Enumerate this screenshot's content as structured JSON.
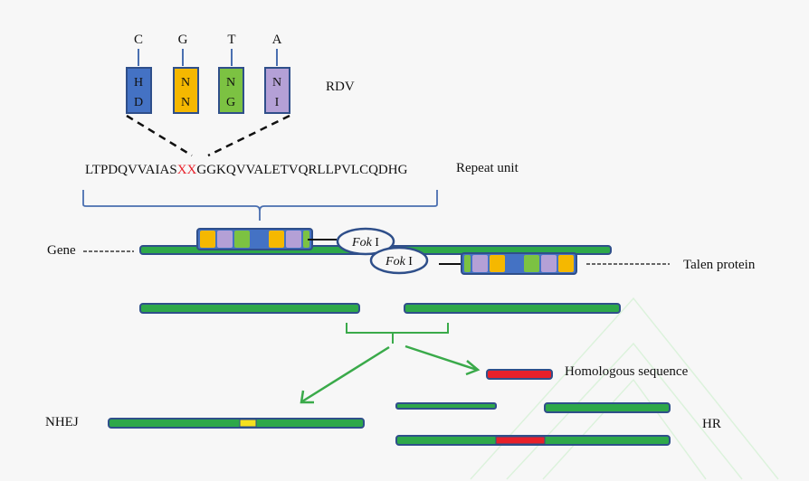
{
  "rdv": {
    "label": "RDV",
    "modules": [
      {
        "base": "C",
        "top": "H",
        "bottom": "D",
        "color": "#4472c4"
      },
      {
        "base": "G",
        "top": "N",
        "bottom": "N",
        "color": "#f5b800"
      },
      {
        "base": "T",
        "top": "N",
        "bottom": "G",
        "color": "#7cc242"
      },
      {
        "base": "A",
        "top": "N",
        "bottom": "I",
        "color": "#b4a0d6"
      }
    ]
  },
  "repeat_unit": {
    "label": "Repeat unit",
    "seq_before": "LTPDQVVAIAS",
    "seq_variable": "XX",
    "seq_after": "GGKQVVALETVQRLLPVLCQDHG",
    "variable_color": "#e8202a"
  },
  "binding": {
    "gene_label": "Gene",
    "talen_label": "Talen protein",
    "fok_italic": "Fok",
    "fok_roman": "I",
    "upper_array": [
      "#f5b800",
      "#b4a0d6",
      "#7cc242",
      "#4472c4",
      "#f5b800",
      "#b4a0d6",
      "#7cc242"
    ],
    "lower_array": [
      "#7cc242",
      "#b4a0d6",
      "#f5b800",
      "#4472c4",
      "#7cc242",
      "#b4a0d6",
      "#f5b800"
    ]
  },
  "repair": {
    "nhej_label": "NHEJ",
    "hr_label": "HR",
    "homologous_label": "Homologous sequence"
  },
  "colors": {
    "dna_green": "#2ea84a",
    "outline_blue": "#2f4f8a",
    "arrow_green": "#3aaa4a",
    "insert_red": "#e8202a",
    "indel_yellow": "#f5e020"
  }
}
